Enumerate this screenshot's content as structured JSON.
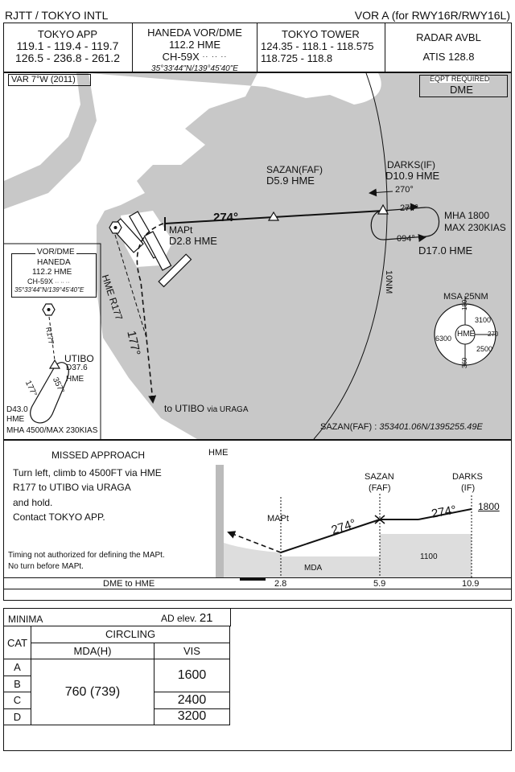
{
  "header": {
    "airport": "RJTT / TOKYO  INTL",
    "procedure": "VOR A (for RWY16R/RWY16L)"
  },
  "freqs": {
    "app_title": "TOKYO    APP",
    "app_line1": "119.1 - 119.4 - 119.7",
    "app_line2": "126.5 - 236.8 - 261.2",
    "vor_title": "HANEDA VOR/DME",
    "vor_line1": "112.2  HME",
    "vor_line2": "CH-59X",
    "vor_coords": "35°33'44\"N/139°45'40\"E",
    "twr_title": "TOKYO     TOWER",
    "twr_line1": "124.35 - 118.1 - 118.575",
    "twr_line2": "118.725 - 118.8",
    "radar": "RADAR  AVBL",
    "atis": "ATIS  128.8"
  },
  "plan": {
    "var": "VAR 7°W (2011)",
    "eqpt_title": "EQPT REQUIRED",
    "eqpt_value": "DME",
    "sazan_label": "SAZAN(FAF)",
    "sazan_dist": "D5.9 HME",
    "darks_label": "DARKS(IF)",
    "darks_dist": "D10.9 HME",
    "hold_out": "270°",
    "hold_in": "274°",
    "hold_094": "094°",
    "mha": "MHA 1800",
    "max": "MAX 230KIAS",
    "d17": "D17.0 HME",
    "course_274": "274°",
    "mapt": "MAPt",
    "mapt_dist": "D2.8 HME",
    "hme_r177": "HME R177",
    "course_177": "177°",
    "to_utibo": "to UTIBO",
    "via_uraga": "via URAGA",
    "ten_nm": "10NM",
    "msa_title": "MSA 25NM",
    "msa_hme": "HME",
    "msa_180": "180",
    "msa_3100": "3100",
    "msa_270": "270",
    "msa_6300": "6300",
    "msa_2500": "2500",
    "msa_360": "360",
    "sazan_coord_label": "SAZAN(FAF) :",
    "sazan_coord": "353401.06N/1395255.49E"
  },
  "inset": {
    "title": "VOR/DME",
    "name": "HANEDA",
    "freq": "112.2  HME",
    "ch": "CH-59X",
    "coords": "35°33'44\"N/139°45'40\"E"
  },
  "inset2": {
    "r177": "R177",
    "utibo": "UTIBO",
    "d37": "D37.6",
    "hme": "HME",
    "c177": "177°",
    "c357": "357°",
    "d43": "D43.0",
    "hme2": "HME",
    "mha": "MHA 4500/MAX 230KIAS"
  },
  "missed": {
    "title": "MISSED APPROACH",
    "line1": "Turn left, climb to 4500FT via HME",
    "line2": "R177 to UTIBO via URAGA",
    "line3": "and hold.",
    "line4": "Contact TOKYO APP.",
    "note1": "Timing not authorized for defining the MAPt.",
    "note2": "No turn before MAPt."
  },
  "profile": {
    "hme": "HME",
    "sazan": "SAZAN",
    "faf": "(FAF)",
    "darks": "DARKS",
    "if": "(IF)",
    "alt_1800": "1800",
    "mapt": "MAPt",
    "c274a": "274°",
    "c274b": "274°",
    "mda": "MDA",
    "alt_1100": "1100",
    "dme_label": "DME to HME",
    "d28": "2.8",
    "d59": "5.9",
    "d109": "10.9"
  },
  "minima": {
    "title": "MINIMA",
    "ad_elev_label": "AD elev.",
    "ad_elev": "21",
    "cat": "CAT",
    "circling": "CIRCLING",
    "mda_h": "MDA(H)",
    "vis": "VIS",
    "cat_a": "A",
    "cat_b": "B",
    "cat_c": "C",
    "cat_d": "D",
    "mda_value": "760 (739)",
    "vis_ab": "1600",
    "vis_c": "2400",
    "vis_d": "3200"
  }
}
